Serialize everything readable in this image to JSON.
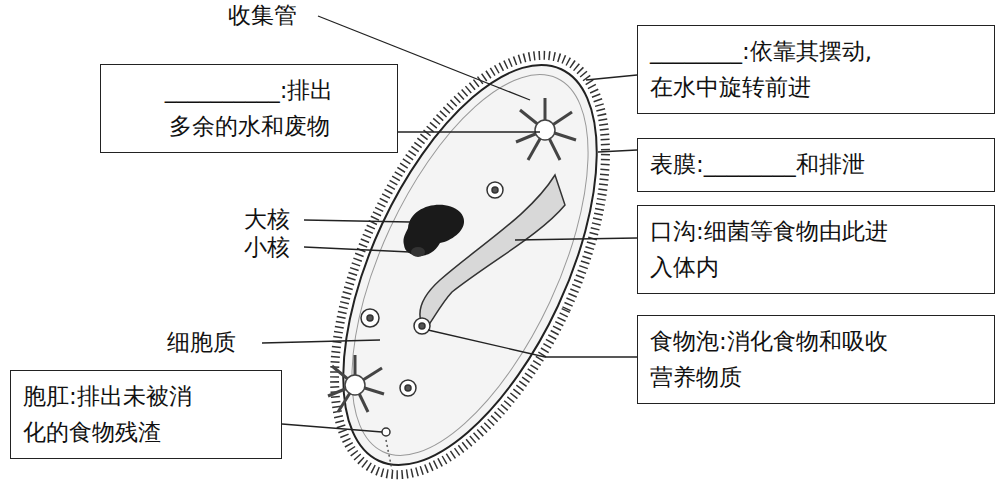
{
  "diagram": {
    "nodes": [
      {
        "text": [
          "________:依靠其摆动, 在水中旋转前进"
        ]
      },
      {
        "text": [
          "__________:排出 多余的水和废物"
        ]
      },
      {
        "text": [
          "表膜:________和排泄"
        ]
      },
      {
        "text": [
          "口沟:细菌等食物由此进 入体内"
        ]
      },
      {
        "text": [
          "食物泡:消化食物和吸收 营养物质"
        ]
      },
      {
        "text": [
          "胞肛:排出未被消 化的食物残渣"
        ]
      }
    ],
    "labels": [
      "收集管",
      "大核",
      "小核",
      "细胞质"
    ]
  }
}
